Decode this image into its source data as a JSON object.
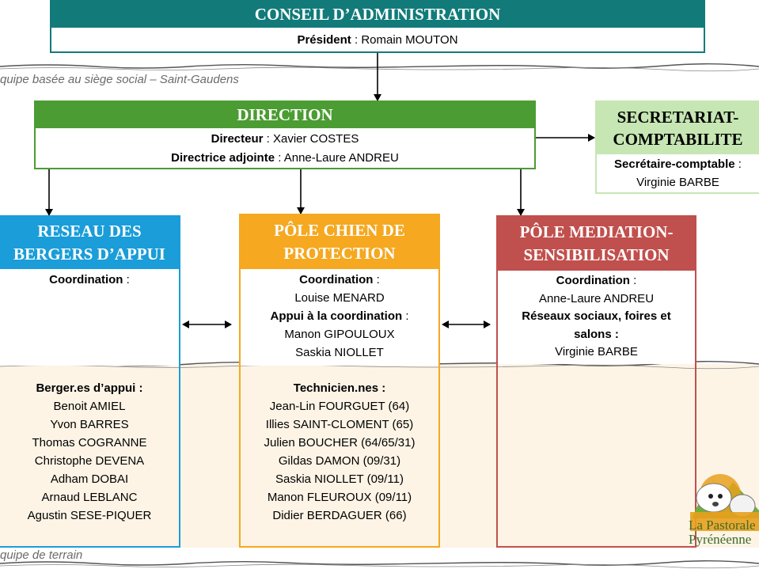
{
  "zones": {
    "siege_label": "quipe basée au siège social – Saint-Gaudens",
    "terrain_label": "quipe de terrain"
  },
  "conseil": {
    "title": "CONSEIL D’ADMINISTRATION",
    "president_label": "Président",
    "president_sep": " : ",
    "president_name": "Romain MOUTON"
  },
  "direction": {
    "title": "DIRECTION",
    "directeur_label": "Directeur",
    "directeur_name": " : Xavier COSTES",
    "adjointe_label": "Directrice adjointe",
    "adjointe_name": " : Anne-Laure ANDREU"
  },
  "secretariat": {
    "title_line1": "SECRETARIAT-",
    "title_line2": "COMPTABILITE",
    "role_label": "Secrétaire-comptable",
    "role_sep": " :",
    "name": "Virginie BARBE"
  },
  "reseau": {
    "title_line1": "RESEAU DES",
    "title_line2": "BERGERS D’APPUI",
    "coordination_label": "Coordination",
    "coordination_sep": " :",
    "field_title": "Berger.es d’appui :",
    "members": [
      "Benoit AMIEL",
      "Yvon BARRES",
      "Thomas COGRANNE",
      "Christophe DEVENA",
      "Adham DOBAI",
      "Arnaud LEBLANC",
      "Agustin SESE-PIQUER"
    ]
  },
  "chien": {
    "title_line1": "PÔLE CHIEN DE",
    "title_line2": "PROTECTION",
    "coordination_label": "Coordination",
    "coordination_sep": " :",
    "coordination_name": "Louise MENARD",
    "appui_label": "Appui à la coordination",
    "appui_sep": " :",
    "appui_names": [
      "Manon GIPOULOUX",
      "Saskia NIOLLET"
    ],
    "field_title": "Technicien.nes :",
    "members": [
      "Jean-Lin FOURGUET (64)",
      "Illies SAINT-CLOMENT (65)",
      "Julien BOUCHER (64/65/31)",
      "Gildas DAMON (09/31)",
      "Saskia NIOLLET (09/11)",
      "Manon FLEUROUX (09/11)",
      "Didier BERDAGUER (66)"
    ]
  },
  "mediation": {
    "title_line1": "PÔLE MEDIATION-",
    "title_line2": "SENSIBILISATION",
    "coordination_label": "Coordination",
    "coordination_sep": " :",
    "coordination_name": "Anne-Laure ANDREU",
    "reseaux_label_line1": "Réseaux sociaux, foires et",
    "reseaux_label_line2": "salons :",
    "reseaux_name": "Virginie BARBE"
  },
  "logo": {
    "line1": "La Pastorale",
    "line2": "Pyrénéenne"
  },
  "colors": {
    "conseil": "#127b7a",
    "direction": "#4b9c32",
    "secretariat": "#c6e6b3",
    "reseau": "#1a9dd8",
    "chien": "#f5a820",
    "mediation": "#c0504d",
    "band": "#fdf4e6"
  }
}
